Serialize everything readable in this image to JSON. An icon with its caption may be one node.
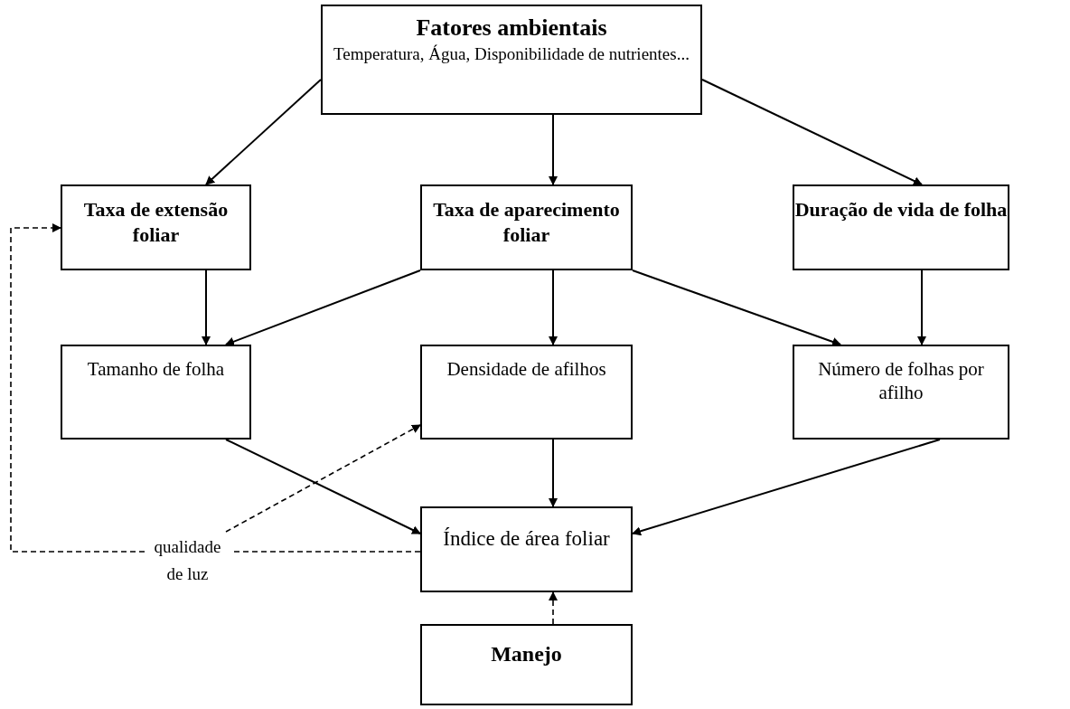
{
  "diagram": {
    "nodes": [
      {
        "text": [
          "Fatores ambientais",
          "Temperatura, Água, Disponibilidade de nutrientes..."
        ]
      },
      {
        "text": [
          "Taxa de extensão foliar"
        ]
      },
      {
        "text": [
          "Taxa de aparecimento foliar"
        ]
      },
      {
        "text": [
          "Duração de vida de folha"
        ]
      },
      {
        "text": [
          "Tamanho de folha"
        ]
      },
      {
        "text": [
          "Densidade de afilhos"
        ]
      },
      {
        "text": [
          "Número de folhas por afilho"
        ]
      },
      {
        "text": [
          "Índice de área foliar"
        ]
      },
      {
        "text": [
          "Manejo"
        ]
      },
      {
        "text": [
          "qualidade de luz"
        ]
      }
    ],
    "edges": [
      {
        "from": 0,
        "to": 1,
        "arrow": "to"
      },
      {
        "from": 0,
        "to": 2,
        "arrow": "to"
      },
      {
        "from": 0,
        "to": 3,
        "arrow": "to"
      },
      {
        "from": 1,
        "to": 4,
        "arrow": "to"
      },
      {
        "from": 2,
        "to": 4,
        "arrow": "to"
      },
      {
        "from": 2,
        "to": 5,
        "arrow": "to"
      },
      {
        "from": 2,
        "to": 6,
        "arrow": "to"
      },
      {
        "from": 3,
        "to": 6,
        "arrow": "to"
      },
      {
        "from": 4,
        "to": 7,
        "arrow": "to"
      },
      {
        "from": 5,
        "to": 7,
        "arrow": "to"
      },
      {
        "from": 6,
        "to": 7,
        "arrow": "to"
      },
      {
        "from": 8,
        "to": 7,
        "arrow": "to",
        "style": "dashed"
      },
      {
        "from": 9,
        "to": 5,
        "arrow": "to",
        "style": "dashed"
      },
      {
        "from": 7,
        "to": 9,
        "arrow": "none",
        "style": "dashed"
      },
      {
        "from": 9,
        "to": 1,
        "arrow": "to",
        "style": "dashed"
      }
    ]
  }
}
